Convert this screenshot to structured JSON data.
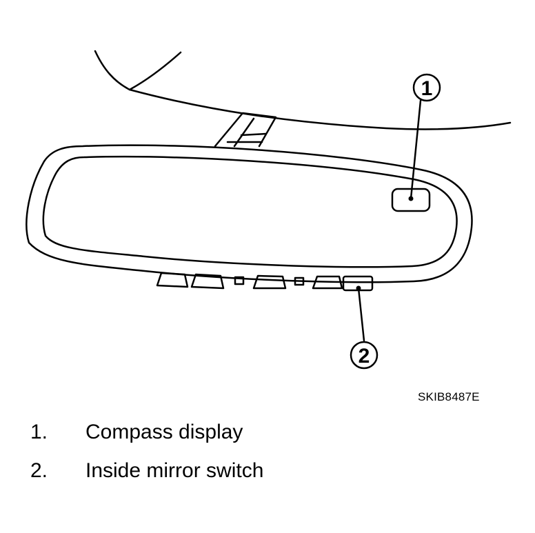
{
  "figure": {
    "code": "SKIB8487E",
    "callouts": [
      {
        "label": "1",
        "target": "compass-display"
      },
      {
        "label": "2",
        "target": "inside-mirror-switch"
      }
    ]
  },
  "legend": {
    "items": [
      {
        "num": "1.",
        "text": "Compass display"
      },
      {
        "num": "2.",
        "text": "Inside mirror switch"
      }
    ]
  }
}
